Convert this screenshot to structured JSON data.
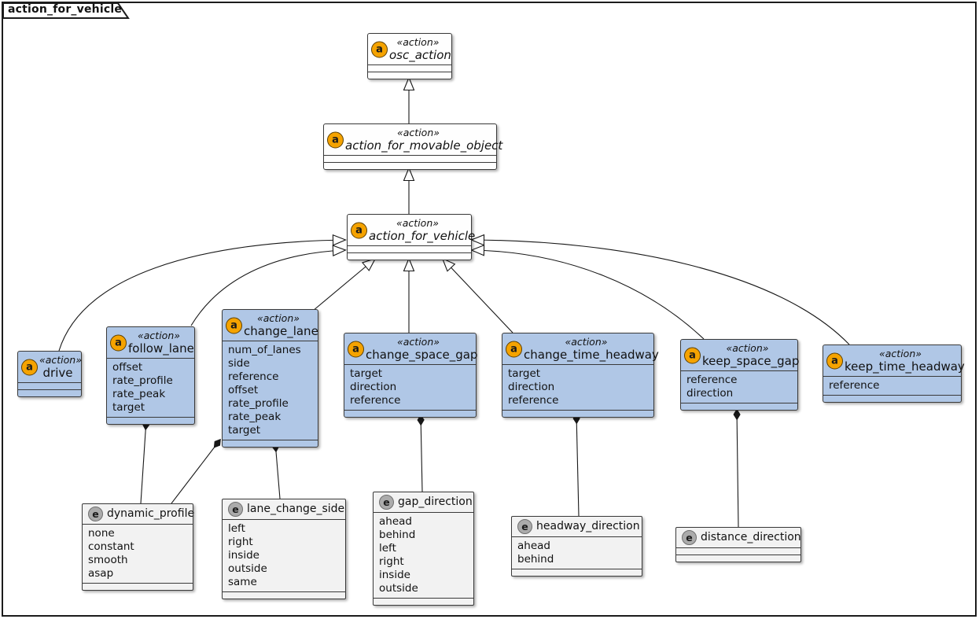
{
  "frame": {
    "title": "action_for_vehicle"
  },
  "icons": {
    "action": "a",
    "enum": "e"
  },
  "colors": {
    "class_fill": "#B0C7E6",
    "abstract_fill": "#FEFEFE",
    "enum_fill": "#F2F2F2",
    "border": "#3a3a3a",
    "line": "#181818",
    "action_icon": "#F5A300",
    "enum_icon": "#ABABAB"
  },
  "classes": {
    "osc_action": {
      "stereotype": "«action»",
      "name": "osc_action",
      "abstract": true,
      "attrs": []
    },
    "action_for_movable_object": {
      "stereotype": "«action»",
      "name": "action_for_movable_object",
      "abstract": true,
      "attrs": []
    },
    "action_for_vehicle": {
      "stereotype": "«action»",
      "name": "action_for_vehicle",
      "abstract": true,
      "attrs": []
    },
    "drive": {
      "stereotype": "«action»",
      "name": "drive",
      "abstract": false,
      "attrs": []
    },
    "follow_lane": {
      "stereotype": "«action»",
      "name": "follow_lane",
      "abstract": false,
      "attrs": [
        "offset",
        "rate_profile",
        "rate_peak",
        "target"
      ]
    },
    "change_lane": {
      "stereotype": "«action»",
      "name": "change_lane",
      "abstract": false,
      "attrs": [
        "num_of_lanes",
        "side",
        "reference",
        "offset",
        "rate_profile",
        "rate_peak",
        "target"
      ]
    },
    "change_space_gap": {
      "stereotype": "«action»",
      "name": "change_space_gap",
      "abstract": false,
      "attrs": [
        "target",
        "direction",
        "reference"
      ]
    },
    "change_time_headway": {
      "stereotype": "«action»",
      "name": "change_time_headway",
      "abstract": false,
      "attrs": [
        "target",
        "direction",
        "reference"
      ]
    },
    "keep_space_gap": {
      "stereotype": "«action»",
      "name": "keep_space_gap",
      "abstract": false,
      "attrs": [
        "reference",
        "direction"
      ]
    },
    "keep_time_headway": {
      "stereotype": "«action»",
      "name": "keep_time_headway",
      "abstract": false,
      "attrs": [
        "reference"
      ]
    }
  },
  "enums": {
    "dynamic_profile": {
      "name": "dynamic_profile",
      "values": [
        "none",
        "constant",
        "smooth",
        "asap"
      ]
    },
    "lane_change_side": {
      "name": "lane_change_side",
      "values": [
        "left",
        "right",
        "inside",
        "outside",
        "same"
      ]
    },
    "gap_direction": {
      "name": "gap_direction",
      "values": [
        "ahead",
        "behind",
        "left",
        "right",
        "inside",
        "outside"
      ]
    },
    "headway_direction": {
      "name": "headway_direction",
      "values": [
        "ahead",
        "behind"
      ]
    },
    "distance_direction": {
      "name": "distance_direction",
      "values": []
    }
  },
  "relationships": {
    "generalizations": [
      {
        "from": "action_for_movable_object",
        "to": "osc_action"
      },
      {
        "from": "action_for_vehicle",
        "to": "action_for_movable_object"
      },
      {
        "from": "drive",
        "to": "action_for_vehicle"
      },
      {
        "from": "follow_lane",
        "to": "action_for_vehicle"
      },
      {
        "from": "change_lane",
        "to": "action_for_vehicle"
      },
      {
        "from": "change_space_gap",
        "to": "action_for_vehicle"
      },
      {
        "from": "change_time_headway",
        "to": "action_for_vehicle"
      },
      {
        "from": "keep_space_gap",
        "to": "action_for_vehicle"
      },
      {
        "from": "keep_time_headway",
        "to": "action_for_vehicle"
      }
    ],
    "compositions": [
      {
        "owner": "follow_lane",
        "part": "dynamic_profile"
      },
      {
        "owner": "change_lane",
        "part": "dynamic_profile"
      },
      {
        "owner": "change_lane",
        "part": "lane_change_side"
      },
      {
        "owner": "change_space_gap",
        "part": "gap_direction"
      },
      {
        "owner": "change_time_headway",
        "part": "headway_direction"
      },
      {
        "owner": "keep_space_gap",
        "part": "distance_direction"
      }
    ]
  }
}
